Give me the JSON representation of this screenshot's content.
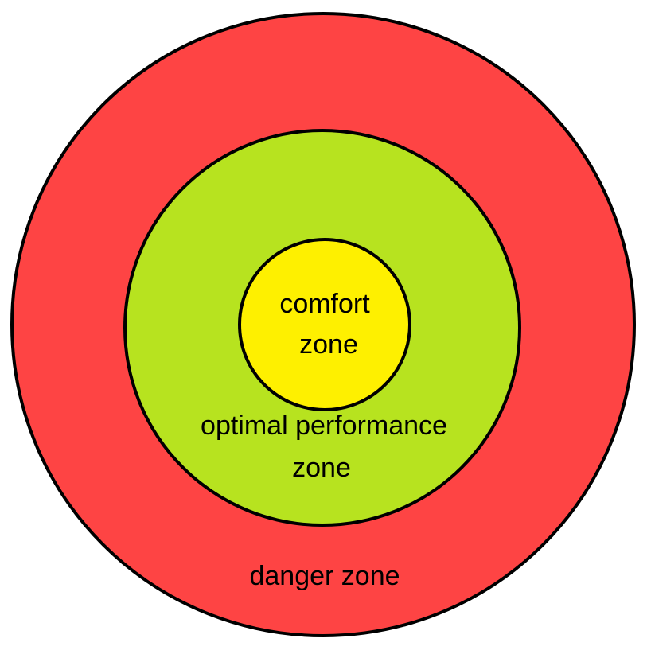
{
  "zones": {
    "danger": {
      "label": "danger zone",
      "color": "#fe4444"
    },
    "optimal": {
      "label_line1": "optimal performance",
      "label_line2": "zone",
      "color": "#b7e31f"
    },
    "comfort": {
      "label_line1": "comfort",
      "label_line2": "zone",
      "color": "#fef000"
    }
  }
}
